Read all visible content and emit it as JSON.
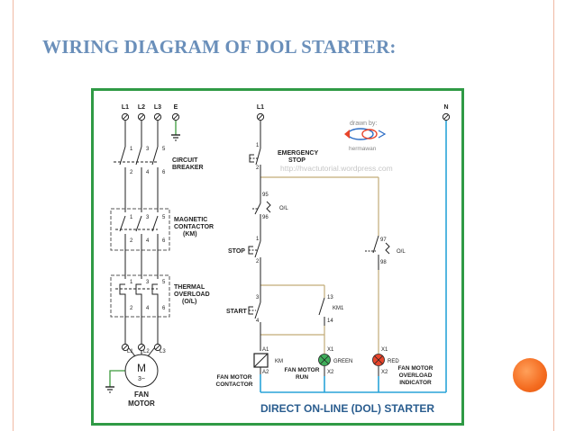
{
  "slide": {
    "title": "WIRING DIAGRAM OF DOL STARTER:"
  },
  "diagram": {
    "power_terminals": [
      "L1",
      "L2",
      "L3",
      "E"
    ],
    "control_terminals": {
      "left": "L1",
      "right": "N"
    },
    "contact_numbers": {
      "cb_top": [
        "1",
        "3",
        "5"
      ],
      "cb_bottom": [
        "2",
        "4",
        "6"
      ],
      "km_top": [
        "1",
        "3",
        "5"
      ],
      "km_bottom": [
        "2",
        "4",
        "6"
      ],
      "ol_top": [
        "1",
        "3",
        "5"
      ],
      "ol_bottom": [
        "2",
        "4",
        "6"
      ],
      "estop_top": "1",
      "estop_bottom": "2",
      "ol_nc_top": "95",
      "ol_nc_bottom": "96",
      "ol_no_top": "97",
      "ol_no_bottom": "98",
      "stop_top": "1",
      "stop_bottom": "2",
      "start_top": "3",
      "start_bottom": "4",
      "km1_top": "13",
      "km1_bottom": "14",
      "coil_top": "A1",
      "coil_bottom": "A2",
      "lamp_top": "X1",
      "lamp_bottom": "X2"
    },
    "labels": {
      "circuit_breaker": [
        "CIRCUIT",
        "BREAKER"
      ],
      "magnetic_contactor": [
        "MAGNETIC",
        "CONTACTOR",
        "(KM)"
      ],
      "thermal_overload": [
        "THERMAL",
        "OVERLOAD",
        "(O/L)"
      ],
      "emergency_stop": [
        "EMERGENCY",
        "STOP"
      ],
      "ol_nc": "O/L",
      "ol_no": "O/L",
      "stop": "STOP",
      "start": "START",
      "km1": "KM1",
      "km": "KM",
      "green": "GREEN",
      "red": "RED",
      "motor_terminals": [
        "L1",
        "L2",
        "L3"
      ],
      "motor_symbol": "M",
      "motor_phase": "3~",
      "fan_motor": [
        "FAN",
        "MOTOR"
      ],
      "fan_motor_contactor": [
        "FAN MOTOR",
        "CONTACTOR"
      ],
      "fan_motor_run": [
        "FAN MOTOR",
        "RUN"
      ],
      "fan_motor_overload": [
        "FAN MOTOR",
        "OVERLOAD",
        "INDICATOR"
      ],
      "footer": "DIRECT ON-LINE (DOL) STARTER"
    },
    "watermark": {
      "drawn_by": "drawn by:",
      "author": "hermawan",
      "url": "http://hvactutorial.wordpress.com"
    },
    "colors": {
      "frame": "#2f9a45",
      "title": "#6a8fba",
      "neutral_wire": "#29a3d9",
      "control_wire": "#c2ac78",
      "earth_wire": "#3c9a3c",
      "lamp_green": "#3fae5a",
      "lamp_red": "#e8452b",
      "footer_text": "#2a5d8f",
      "accent_orb": "#f46b1f"
    }
  }
}
